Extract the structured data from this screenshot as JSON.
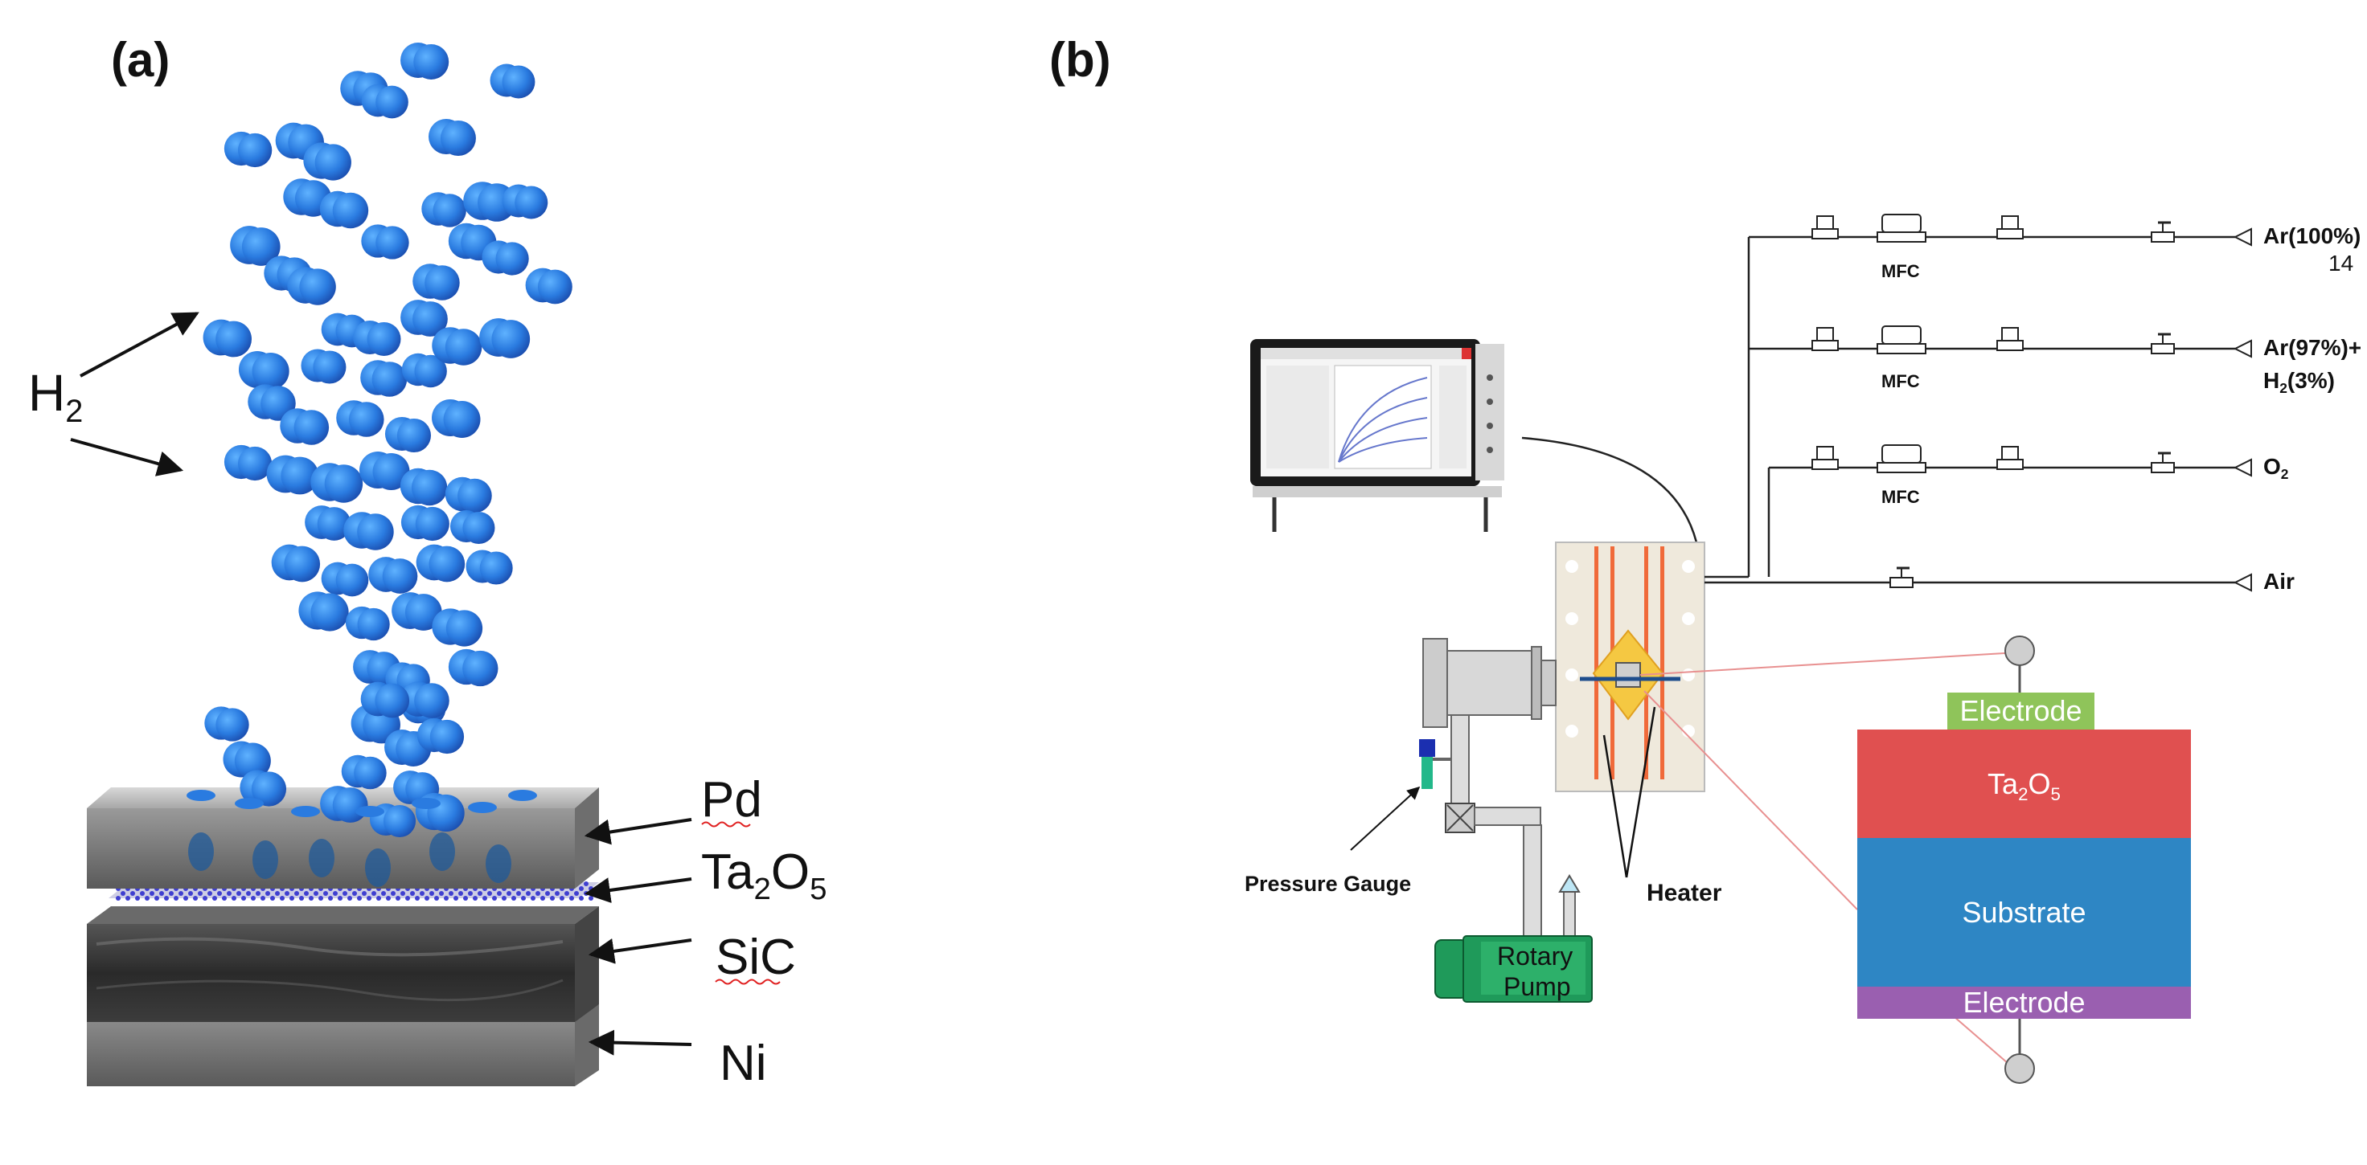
{
  "panel_a": {
    "label": "(a)",
    "gas": {
      "main": "H",
      "sub": "2"
    },
    "layers": [
      {
        "main": "Pd",
        "sub": ""
      },
      {
        "main": "Ta",
        "sub": "2",
        "main2": "O",
        "sub2": "5"
      },
      {
        "main": "SiC",
        "sub": ""
      },
      {
        "main": "Ni",
        "sub": ""
      }
    ]
  },
  "panel_b": {
    "label": "(b)",
    "gas_lines": [
      {
        "label": "Ar(100%)",
        "mfc": "MFC"
      },
      {
        "label1": "Ar(97%)+",
        "label2_main": "H",
        "label2_sub": "2",
        "label2_rest": "(3%)",
        "mfc": "MFC"
      },
      {
        "label_main": "O",
        "label_sub": "2",
        "mfc": "MFC"
      },
      {
        "label": "Air"
      }
    ],
    "stray_text": "14",
    "pressure_gauge": "Pressure Gauge",
    "heater": "Heater",
    "pump": {
      "line1": "Rotary",
      "line2": "Pump"
    },
    "device": {
      "top_electrode": "Electrode",
      "oxide_main": "Ta",
      "oxide_sub1": "2",
      "oxide_mid": "O",
      "oxide_sub2": "5",
      "substrate": "Substrate",
      "bottom_electrode": "Electrode"
    },
    "colors": {
      "electrode_top": "#8fc45a",
      "oxide": "#e05050",
      "substrate": "#2e86c4",
      "electrode_bottom": "#9a5fb0",
      "pump": "#1f9a5a",
      "heater_rod": "#f06a3a",
      "sample_diamond": "#f5c842",
      "molecule": "#2a7be0"
    }
  }
}
